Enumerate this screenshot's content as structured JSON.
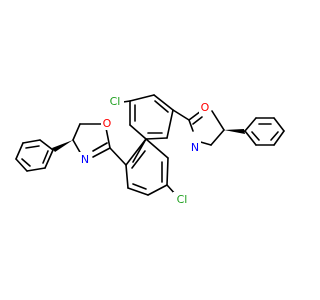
{
  "molecule": {
    "atoms": {
      "cl_top": "Cl",
      "cl_bottom": "Cl",
      "o_left": "O",
      "n_left": "N",
      "o_right": "O",
      "n_right": "N"
    },
    "colors": {
      "bond": "#000000",
      "chlorine": "#1fa01f",
      "oxygen": "#ff0000",
      "nitrogen": "#0000ff"
    }
  }
}
